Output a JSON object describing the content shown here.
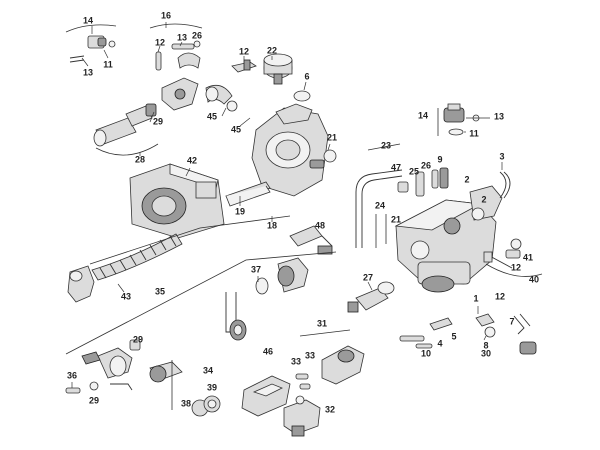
{
  "diagram": {
    "labels": [
      "14",
      "16",
      "11",
      "13",
      "12",
      "13",
      "26",
      "12",
      "22",
      "6",
      "29",
      "45",
      "45",
      "28",
      "21",
      "42",
      "19",
      "18",
      "14",
      "11",
      "13",
      "47",
      "25",
      "26",
      "9",
      "23",
      "3",
      "2",
      "2",
      "24",
      "21",
      "48",
      "41",
      "12",
      "40",
      "37",
      "27",
      "12",
      "43",
      "35",
      "29",
      "31",
      "4",
      "5",
      "10",
      "1",
      "7",
      "8",
      "36",
      "29",
      "34",
      "39",
      "46",
      "33",
      "33",
      "38",
      "32",
      "30"
    ]
  }
}
